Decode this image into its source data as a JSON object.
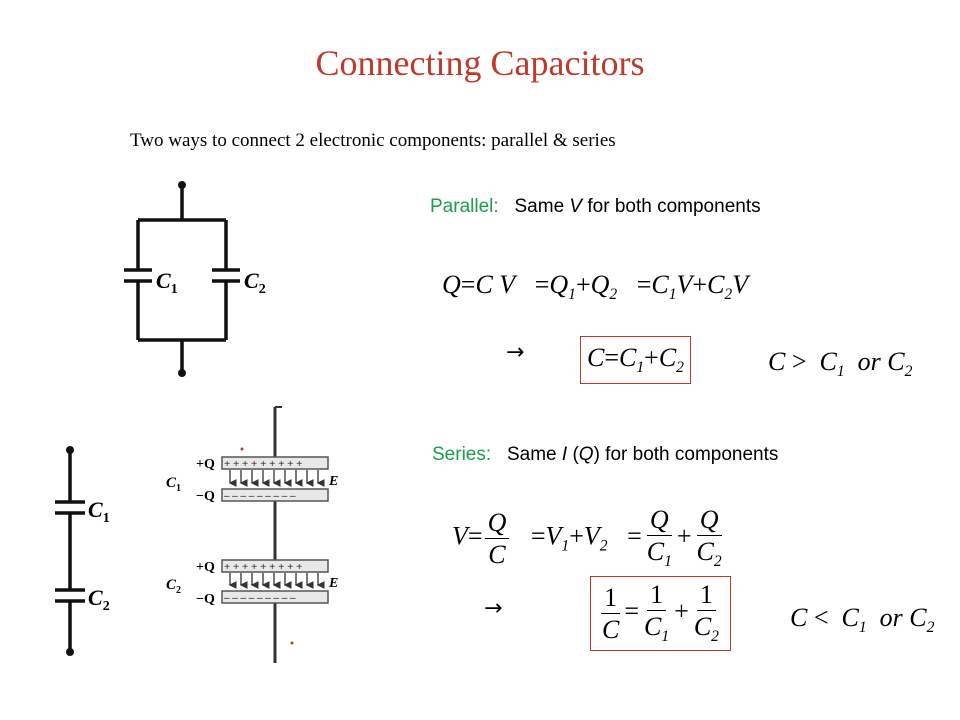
{
  "title": "Connecting Capacitors",
  "intro": "Two ways to connect 2 electronic components: parallel & series",
  "parallel": {
    "label": "Parallel:",
    "desc_pre": "Same ",
    "desc_var": "V",
    "desc_post": " for both components"
  },
  "series": {
    "label": "Series:",
    "desc_pre": "Same ",
    "desc_var": "I",
    "desc_mid": " (",
    "desc_var2": "Q",
    "desc_post": ") for both components"
  },
  "diagrams": {
    "c1": "C",
    "c1_sub": "1",
    "c2": "C",
    "c2_sub": "2",
    "plus_q": "+Q",
    "minus_q": "−Q",
    "field": "E"
  },
  "icons": {
    "implies": "→"
  }
}
